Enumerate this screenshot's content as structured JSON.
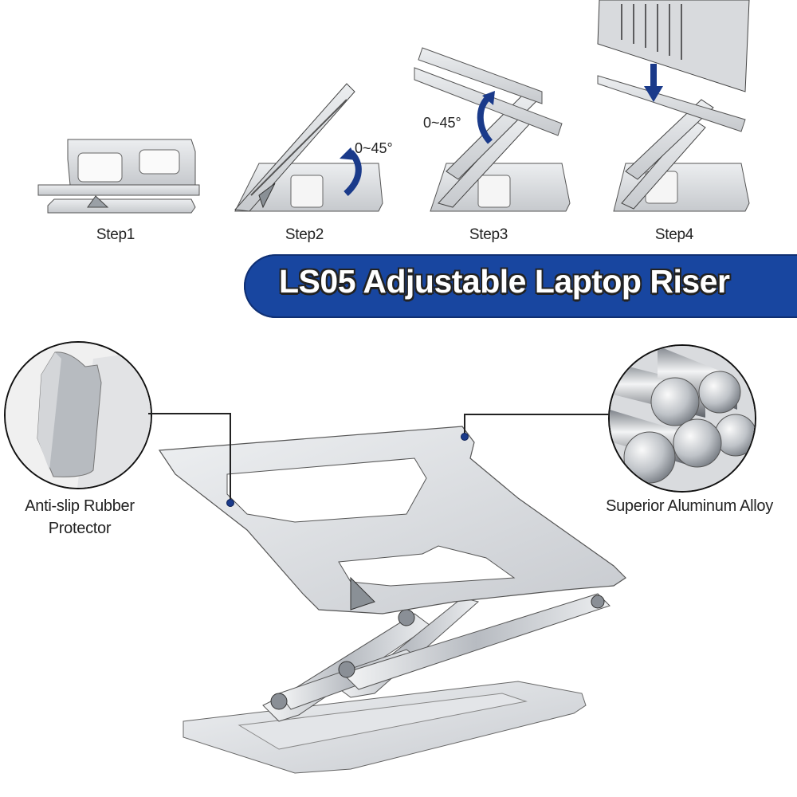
{
  "steps": [
    {
      "label": "Step1"
    },
    {
      "label": "Step2",
      "angle": "0~45°"
    },
    {
      "label": "Step3",
      "angle": "0~45°"
    },
    {
      "label": "Step4"
    }
  ],
  "banner": {
    "title": "LS05 Adjustable Laptop Riser",
    "color": "#1846a0"
  },
  "callouts": {
    "left": {
      "line1": "Anti-slip Rubber",
      "line2": "Protector"
    },
    "right": {
      "label": "Superior Aluminum Alloy"
    }
  },
  "colors": {
    "arrow": "#1a3a8a",
    "metal": "#d4d6da",
    "text": "#222222"
  }
}
